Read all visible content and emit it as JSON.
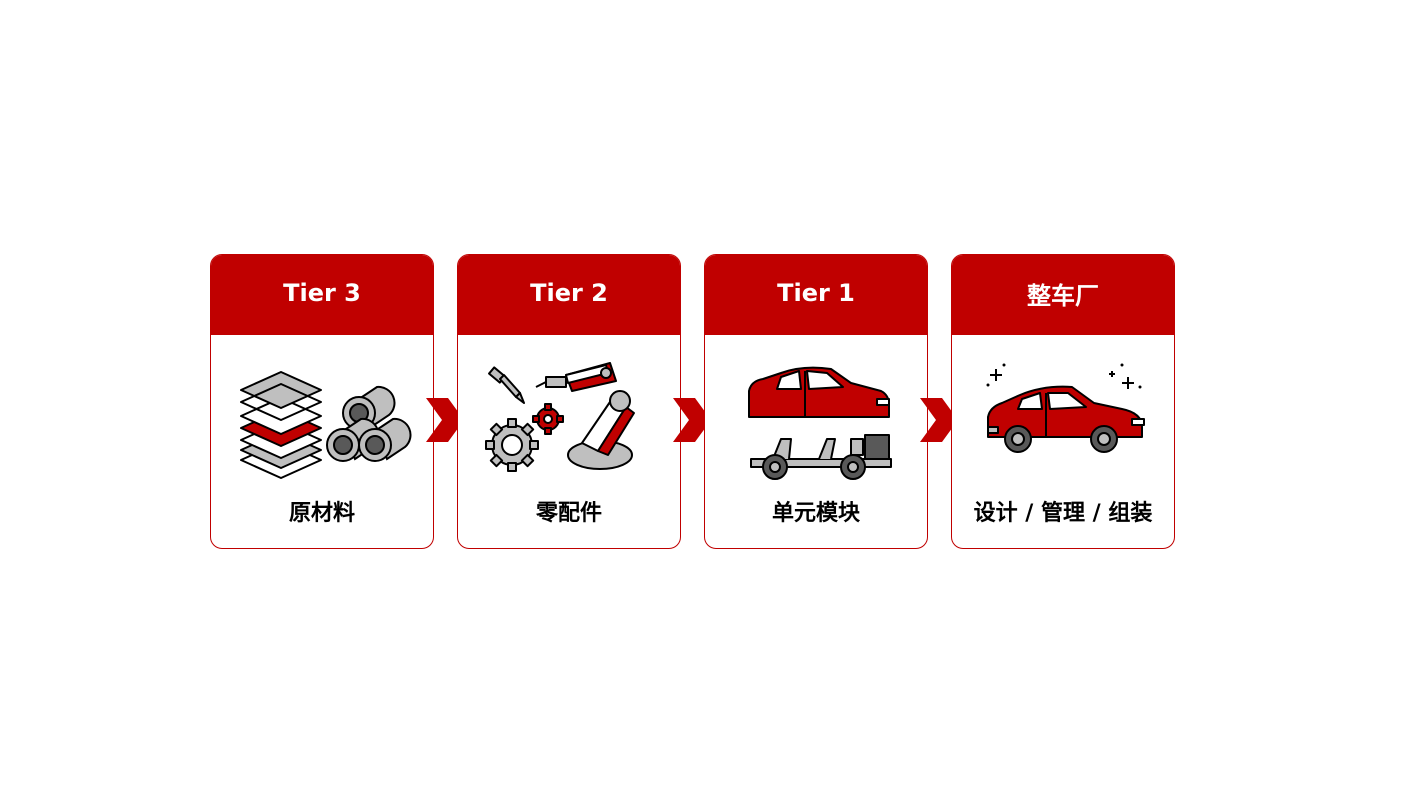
{
  "colors": {
    "accent": "#c00000",
    "gray": "#bfbfbf",
    "dark": "#595959"
  },
  "tiers": [
    {
      "header": "Tier 3",
      "label": "原材料",
      "icon": "raw-materials-icon"
    },
    {
      "header": "Tier 2",
      "label": "零配件",
      "icon": "robot-arm-parts-icon"
    },
    {
      "header": "Tier 1",
      "label": "单元模块",
      "icon": "car-module-assembly-icon"
    },
    {
      "header": "整车厂",
      "label": "设计 / 管理 / 组装",
      "icon": "finished-car-icon"
    }
  ]
}
